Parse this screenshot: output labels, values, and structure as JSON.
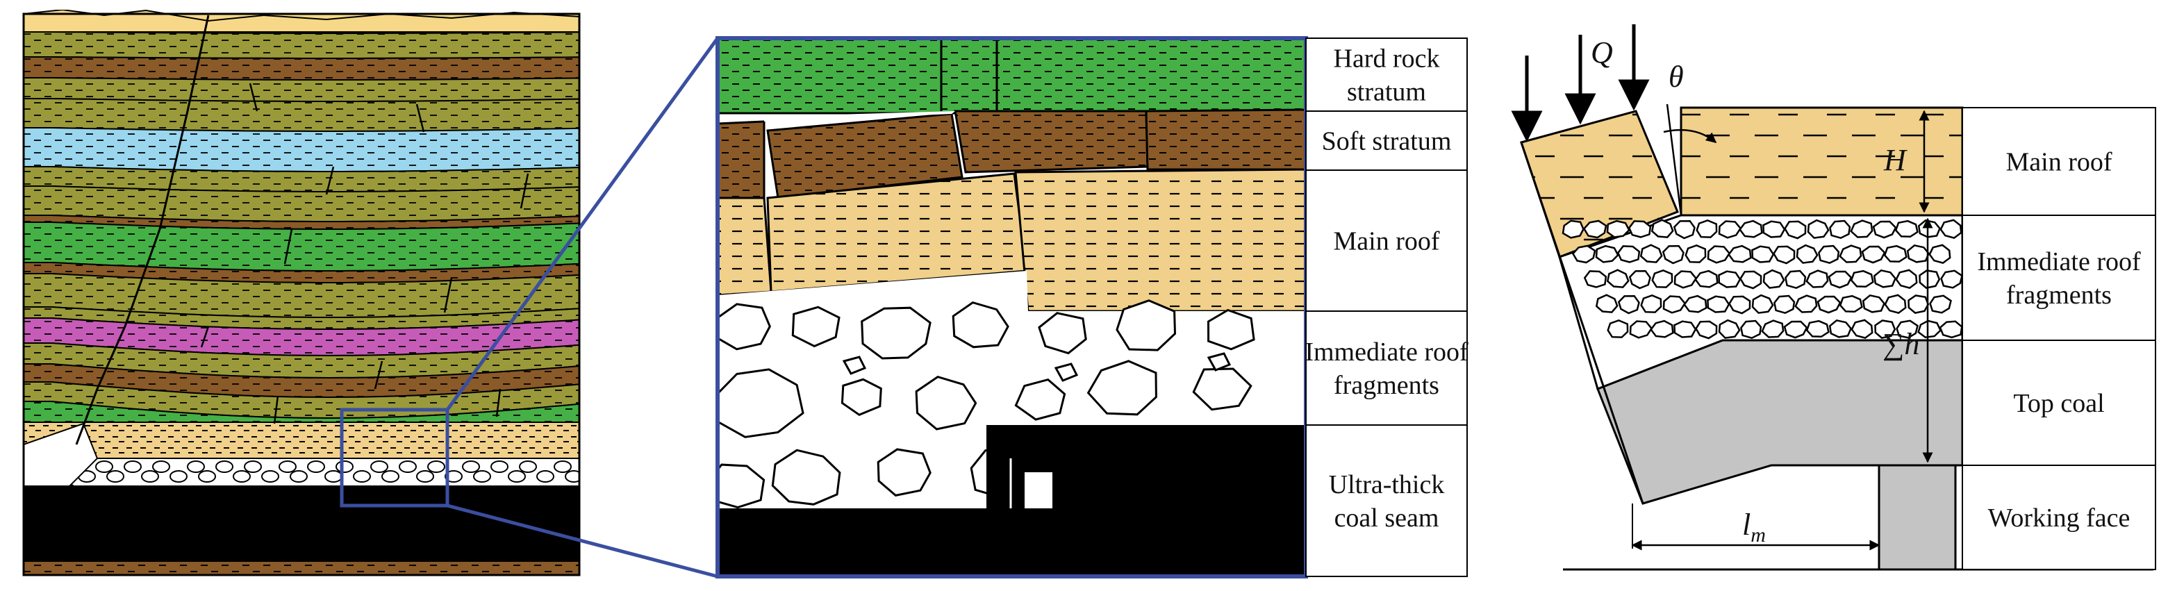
{
  "zoom_table": {
    "rows": [
      [
        "Hard rock",
        "stratum"
      ],
      [
        "Soft stratum"
      ],
      [
        "Main roof"
      ],
      [
        "Immediate roof",
        "fragments"
      ],
      [
        "Ultra-thick",
        "coal seam"
      ]
    ]
  },
  "model_table": {
    "rows": [
      [
        "Main roof"
      ],
      [
        "Immediate roof",
        "fragments"
      ],
      [
        "Top coal"
      ],
      [
        "Working face"
      ]
    ]
  },
  "symbols": {
    "load": "Q",
    "angle": "θ",
    "height": "H",
    "sum_h": "∑h",
    "l": "l",
    "m": "m"
  },
  "colors": {
    "olive": "#9a9a3a",
    "brown": "#8a5a28",
    "sky": "#9ad6ee",
    "green": "#45b045",
    "magenta": "#c65cb8",
    "sand": "#f6d888",
    "tan": "#f0d08a",
    "coal": "#000000",
    "gray": "#c4c4c4",
    "frame": "#3b4fa0"
  }
}
